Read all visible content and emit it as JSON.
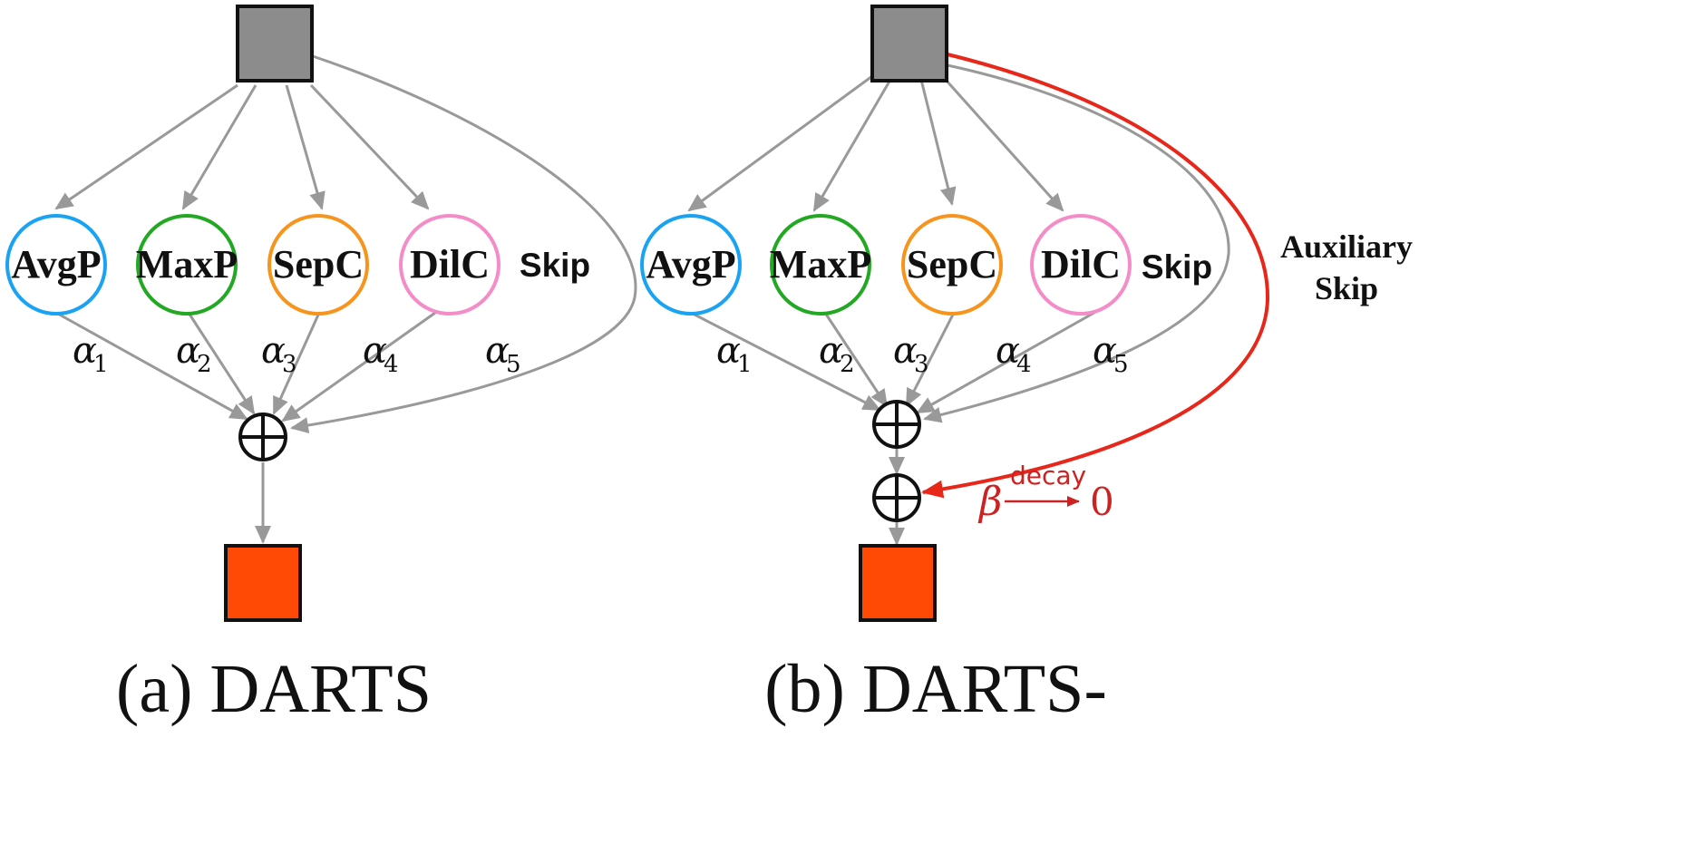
{
  "colors": {
    "edge": "#999999",
    "input_node": "#8c8c8c",
    "output_node": "#ff4a05",
    "aux_edge": "#e8271b",
    "beta_text": "#cc2222"
  },
  "panel_a": {
    "caption": "(a) DARTS",
    "ops": [
      {
        "label": "AvgP",
        "color": "#1aa3f2"
      },
      {
        "label": "MaxP",
        "color": "#22a822"
      },
      {
        "label": "SepC",
        "color": "#f7941d"
      },
      {
        "label": "DilC",
        "color": "#f48cc8"
      }
    ],
    "skip_label": "Skip",
    "alphas": [
      {
        "sym": "α",
        "sub": "1"
      },
      {
        "sym": "α",
        "sub": "2"
      },
      {
        "sym": "α",
        "sub": "3"
      },
      {
        "sym": "α",
        "sub": "4"
      },
      {
        "sym": "α",
        "sub": "5"
      }
    ]
  },
  "panel_b": {
    "caption": "(b) DARTS-",
    "ops": [
      {
        "label": "AvgP",
        "color": "#1aa3f2"
      },
      {
        "label": "MaxP",
        "color": "#22a822"
      },
      {
        "label": "SepC",
        "color": "#f7941d"
      },
      {
        "label": "DilC",
        "color": "#f48cc8"
      }
    ],
    "skip_label": "Skip",
    "aux_label_line1": "Auxiliary",
    "aux_label_line2": "Skip",
    "alphas": [
      {
        "sym": "α",
        "sub": "1"
      },
      {
        "sym": "α",
        "sub": "2"
      },
      {
        "sym": "α",
        "sub": "3"
      },
      {
        "sym": "α",
        "sub": "4"
      },
      {
        "sym": "α",
        "sub": "5"
      }
    ],
    "beta": "β",
    "decay": "decay",
    "zero": "0"
  }
}
